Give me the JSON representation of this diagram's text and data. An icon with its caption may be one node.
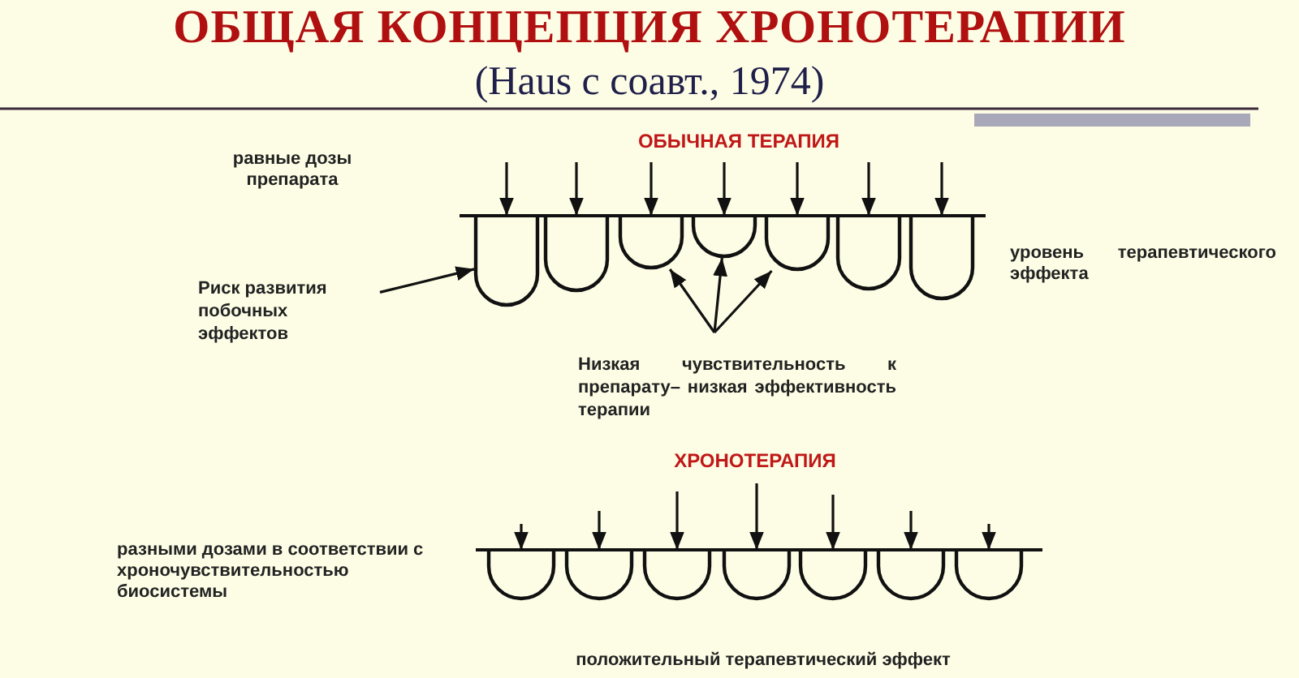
{
  "diagram": {
    "title": "ОБЩАЯ КОНЦЕПЦИЯ ХРОНОТЕРАПИИ",
    "nodes": [
      {
        "text": [
          "Риск развития побочных эффектов"
        ]
      },
      {
        "text": [
          "Низкая чувствительность к препарату– низкая эффективность терапии"
        ]
      },
      {
        "text": [],
        "shape": "cup"
      },
      {
        "text": [],
        "shape": "cup"
      },
      {
        "text": [],
        "shape": "cup"
      },
      {
        "text": [],
        "shape": "cup"
      },
      {
        "text": [],
        "shape": "cup"
      },
      {
        "text": [],
        "shape": "cup"
      },
      {
        "text": [],
        "shape": "cup"
      },
      {
        "text": [],
        "shape": "cup"
      },
      {
        "text": [],
        "shape": "cup"
      },
      {
        "text": [],
        "shape": "cup"
      },
      {
        "text": [],
        "shape": "cup"
      },
      {
        "text": [],
        "shape": "cup"
      },
      {
        "text": [],
        "shape": "cup"
      },
      {
        "text": [],
        "shape": "cup"
      }
    ],
    "edges": [
      {
        "from": null,
        "to": 2,
        "arrow": "to"
      },
      {
        "from": null,
        "to": 3,
        "arrow": "to"
      },
      {
        "from": null,
        "to": 4,
        "arrow": "to"
      },
      {
        "from": null,
        "to": 5,
        "arrow": "to"
      },
      {
        "from": null,
        "to": 6,
        "arrow": "to"
      },
      {
        "from": null,
        "to": 7,
        "arrow": "to"
      },
      {
        "from": null,
        "to": 8,
        "arrow": "to"
      },
      {
        "from": 0,
        "to": 2,
        "arrow": "to"
      },
      {
        "from": 1,
        "to": 4,
        "arrow": "to"
      },
      {
        "from": 1,
        "to": 5,
        "arrow": "to"
      },
      {
        "from": 1,
        "to": 6,
        "arrow": "to"
      },
      {
        "from": null,
        "to": 9,
        "arrow": "to"
      },
      {
        "from": null,
        "to": 10,
        "arrow": "to"
      },
      {
        "from": null,
        "to": 11,
        "arrow": "to"
      },
      {
        "from": null,
        "to": 12,
        "arrow": "to"
      },
      {
        "from": null,
        "to": 13,
        "arrow": "to"
      },
      {
        "from": null,
        "to": 14,
        "arrow": "to"
      },
      {
        "from": null,
        "to": 15,
        "arrow": "to"
      }
    ],
    "labels": [
      "(Haus с соавт., 1974)",
      "ОБЫЧНАЯ ТЕРАПИЯ",
      "равные дозы препарата",
      "уровень терапевтического эффекта",
      "ХРОНОТЕРАПИЯ",
      "разными дозами в соответствии с хроночувствительностью биосистемы",
      "положительный терапевтический эффект"
    ]
  }
}
